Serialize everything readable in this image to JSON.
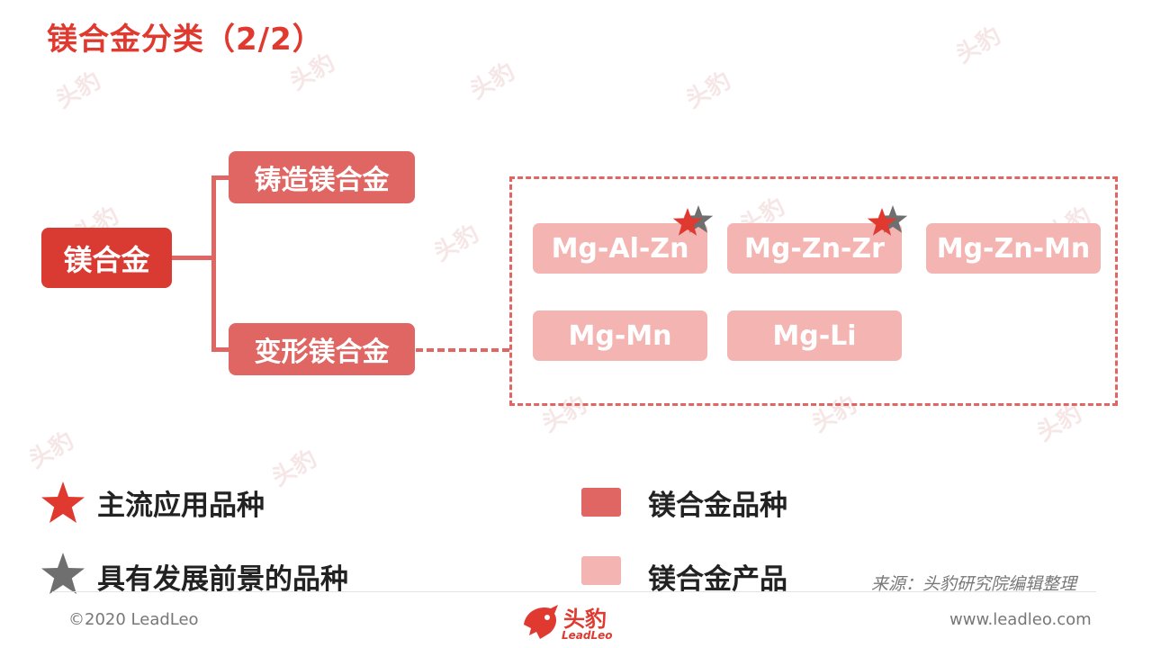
{
  "page": {
    "title": "镁合金分类（2/2）"
  },
  "diagram": {
    "root": "镁合金",
    "categories": {
      "cast": "铸造镁合金",
      "wrought": "变形镁合金"
    },
    "products": [
      {
        "label": "Mg-Al-Zn",
        "mainstream": true,
        "promising": true
      },
      {
        "label": "Mg-Zn-Zr",
        "mainstream": true,
        "promising": true
      },
      {
        "label": "Mg-Zn-Mn",
        "mainstream": false,
        "promising": false
      },
      {
        "label": "Mg-Mn",
        "mainstream": false,
        "promising": false
      },
      {
        "label": "Mg-Li",
        "mainstream": false,
        "promising": false
      }
    ]
  },
  "legend": {
    "mainstream": "主流应用品种",
    "promising": "具有发展前景的品种",
    "variety": "镁合金品种",
    "product": "镁合金产品"
  },
  "colors": {
    "accent": "#d93a32",
    "category": "#e06663",
    "product": "#f4b5b2",
    "star_red": "#e0392f",
    "star_gray": "#6f6f6f"
  },
  "source": "来源：头豹研究院编辑整理",
  "footer": {
    "copyright": "©2020 LeadLeo",
    "logo_cn": "头豹",
    "logo_en": "LeadLeo",
    "url": "www.leadleo.com"
  }
}
